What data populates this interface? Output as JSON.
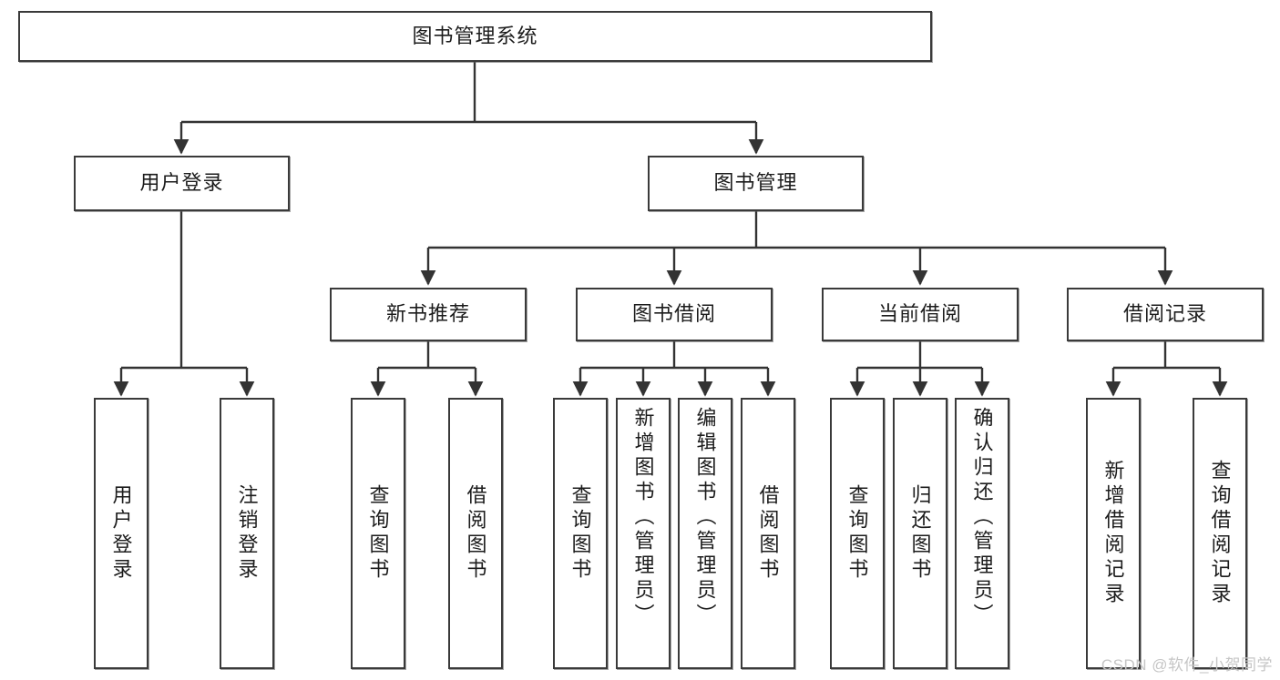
{
  "diagram": {
    "type": "tree-hierarchy",
    "title": "图书管理系统",
    "orientation": "top-down",
    "colors": {
      "box_border": "#3a3a3a",
      "box_fill": "#ffffff",
      "edge": "#333333",
      "text": "#1c1c1c",
      "watermark": "#c6c6c6"
    },
    "root": {
      "label": "图书管理系统"
    },
    "level2": [
      {
        "id": "user-login",
        "label": "用户登录"
      },
      {
        "id": "book-management",
        "label": "图书管理"
      }
    ],
    "level3": [
      {
        "id": "new-book-recommend",
        "label": "新书推荐",
        "parent": "book-management"
      },
      {
        "id": "book-borrow",
        "label": "图书借阅",
        "parent": "book-management"
      },
      {
        "id": "current-borrow",
        "label": "当前借阅",
        "parent": "book-management"
      },
      {
        "id": "borrow-record",
        "label": "借阅记录",
        "parent": "book-management"
      }
    ],
    "leaves": {
      "user_login": [
        {
          "id": "leaf-user-login",
          "label": "用户登录"
        },
        {
          "id": "leaf-logout-login",
          "label": "注销登录"
        }
      ],
      "new_book_recommend": [
        {
          "id": "leaf-query-book-1",
          "label": "查询图书"
        },
        {
          "id": "leaf-borrow-book-1",
          "label": "借阅图书"
        }
      ],
      "book_borrow": [
        {
          "id": "leaf-query-book-2",
          "label": "查询图书"
        },
        {
          "id": "leaf-add-book",
          "label": "新增图书（管理员）"
        },
        {
          "id": "leaf-edit-book",
          "label": "编辑图书（管理员）"
        },
        {
          "id": "leaf-borrow-book-2",
          "label": "借阅图书"
        }
      ],
      "current_borrow": [
        {
          "id": "leaf-query-book-3",
          "label": "查询图书"
        },
        {
          "id": "leaf-return-book",
          "label": "归还图书"
        },
        {
          "id": "leaf-confirm-return",
          "label": "确认归还（管理员）"
        }
      ],
      "borrow_record": [
        {
          "id": "leaf-add-borrow-record",
          "label": "新增借阅记录"
        },
        {
          "id": "leaf-query-borrow-record",
          "label": "查询借阅记录"
        }
      ]
    }
  },
  "watermark": {
    "text": "CSDN @软件_小贺同学"
  }
}
